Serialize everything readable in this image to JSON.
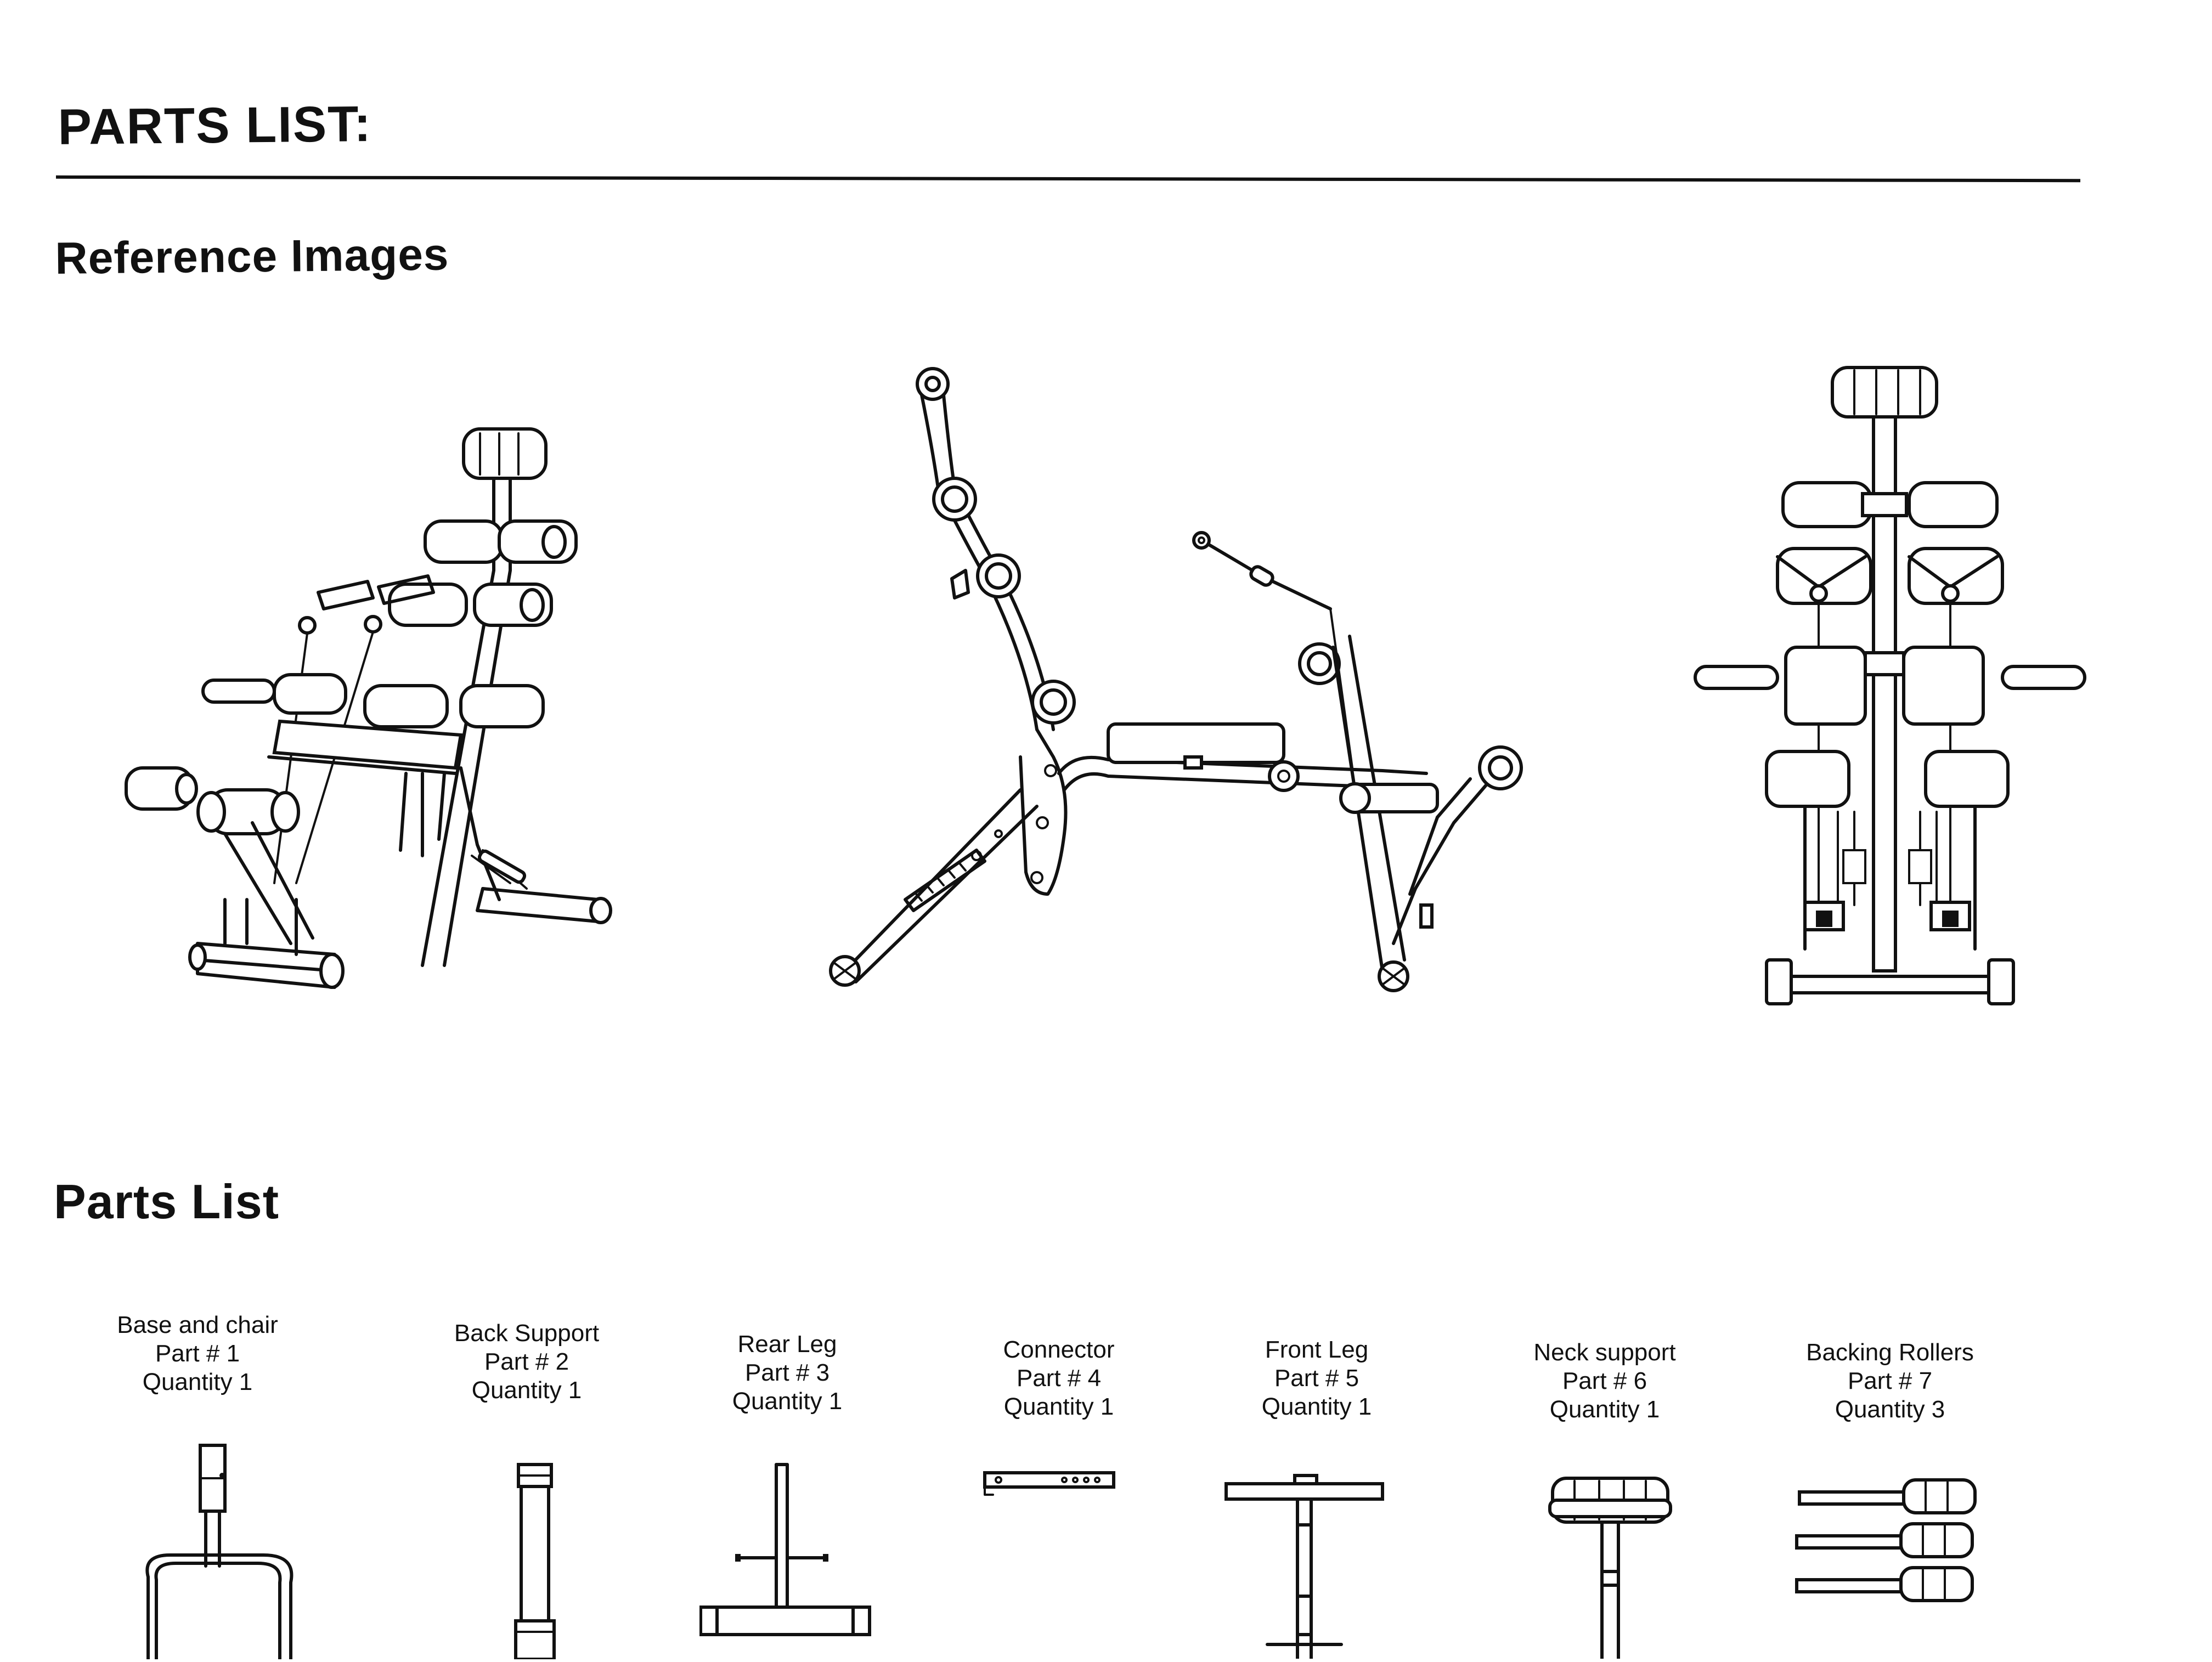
{
  "page_heading": "PARTS LIST:",
  "reference_heading": "Reference Images",
  "parts_heading": "Parts List",
  "reference_images": [
    {
      "icon": "machine-perspective-view-drawing"
    },
    {
      "icon": "machine-side-view-drawing"
    },
    {
      "icon": "machine-front-view-drawing"
    }
  ],
  "parts": [
    {
      "name": "Base and chair",
      "part_no": "Part # 1",
      "quantity": "Quantity 1",
      "icon": "base-and-chair-drawing"
    },
    {
      "name": "Back Support",
      "part_no": "Part # 2",
      "quantity": "Quantity 1",
      "icon": "back-support-drawing"
    },
    {
      "name": "Rear Leg",
      "part_no": "Part # 3",
      "quantity": "Quantity 1",
      "icon": "rear-leg-drawing"
    },
    {
      "name": "Connector",
      "part_no": "Part # 4",
      "quantity": "Quantity 1",
      "icon": "connector-drawing"
    },
    {
      "name": "Front Leg",
      "part_no": "Part # 5",
      "quantity": "Quantity 1",
      "icon": "front-leg-drawing"
    },
    {
      "name": "Neck support",
      "part_no": "Part # 6",
      "quantity": "Quantity 1",
      "icon": "neck-support-drawing"
    },
    {
      "name": "Backing Rollers",
      "part_no": "Part # 7",
      "quantity": "Quantity 3",
      "icon": "backing-rollers-drawing"
    }
  ]
}
